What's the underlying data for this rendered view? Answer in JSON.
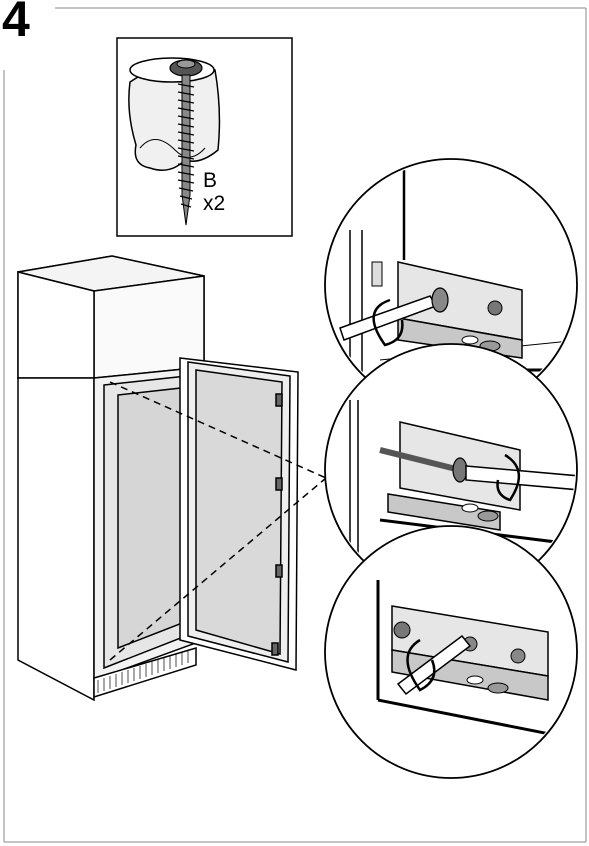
{
  "step": {
    "number": "4"
  },
  "parts": {
    "letter": "B",
    "quantity": "x2"
  },
  "icons": {
    "screw_bag": "screw-bag-icon",
    "screwdriver": "screwdriver-icon",
    "rotation_arrow": "rotate-arrow-icon"
  },
  "colors": {
    "line": "#000000",
    "panel": "#e6e6e6",
    "dark_panel": "#c8c8c8",
    "background": "#ffffff"
  }
}
